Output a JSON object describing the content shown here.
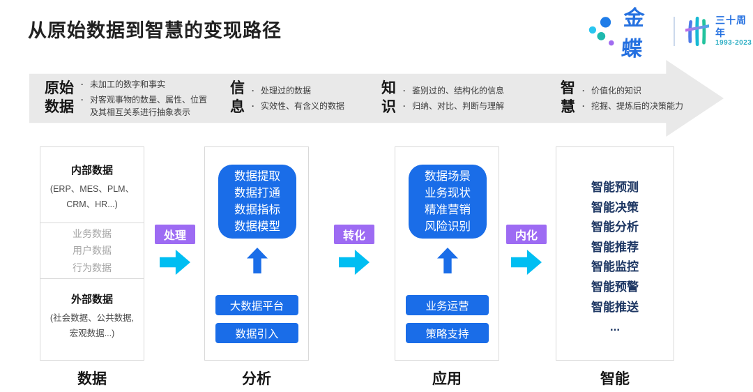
{
  "page": {
    "title": "从原始数据到智慧的变现路径"
  },
  "logo": {
    "brand": "金蝶",
    "anniversary": "三十周年",
    "years": "1993-2023"
  },
  "banner": {
    "stages": [
      {
        "term_line1": "原始",
        "term_line2": "数据",
        "bullet1": "未加工的数字和事实",
        "bullet2": "对客观事物的数量、属性、位置及其相互关系进行抽象表示"
      },
      {
        "term_line1": "信",
        "term_line2": "息",
        "bullet1": "处理过的数据",
        "bullet2": "实效性、有含义的数据"
      },
      {
        "term_line1": "知",
        "term_line2": "识",
        "bullet1": "鉴别过的、结构化的信息",
        "bullet2": "归纳、对比、判断与理解"
      },
      {
        "term_line1": "智",
        "term_line2": "慧",
        "bullet1": "价值化的知识",
        "bullet2": "挖掘、提炼后的决策能力"
      }
    ]
  },
  "flow": {
    "arrow1": "处理",
    "arrow2": "转化",
    "arrow3": "内化"
  },
  "columns": {
    "data": {
      "internal_title": "内部数据",
      "internal_sub1": "(ERP、MES、PLM、",
      "internal_sub2": "CRM、HR...)",
      "mid_item1": "业务数据",
      "mid_item2": "用户数据",
      "mid_item3": "行为数据",
      "external_title": "外部数据",
      "external_sub1": "(社会数据、公共数据,",
      "external_sub2": "宏观数据...)",
      "footer": "数据"
    },
    "analysis": {
      "card_line1": "数据提取",
      "card_line2": "数据打通",
      "card_line3": "数据指标",
      "card_line4": "数据模型",
      "button1": "大数据平台",
      "button2": "数据引入",
      "footer": "分析"
    },
    "application": {
      "card_line1": "数据场景",
      "card_line2": "业务现状",
      "card_line3": "精准营销",
      "card_line4": "风险识别",
      "button1": "业务运营",
      "button2": "策略支持",
      "footer": "应用"
    },
    "intelligence": {
      "item1": "智能预测",
      "item2": "智能决策",
      "item3": "智能分析",
      "item4": "智能推荐",
      "item5": "智能监控",
      "item6": "智能预警",
      "item7": "智能推送",
      "item8": "...",
      "footer": "智能"
    }
  },
  "colors": {
    "primary_blue": "#1A6DE8",
    "accent_purple": "#9D6BF3",
    "accent_cyan": "#00BEF2",
    "navy_text": "#1F3864",
    "banner_gray": "#E9E9E9",
    "border_gray": "#D9D9D9",
    "muted_text": "#A6A6A6",
    "kingdee_blue": "#2470E0"
  }
}
